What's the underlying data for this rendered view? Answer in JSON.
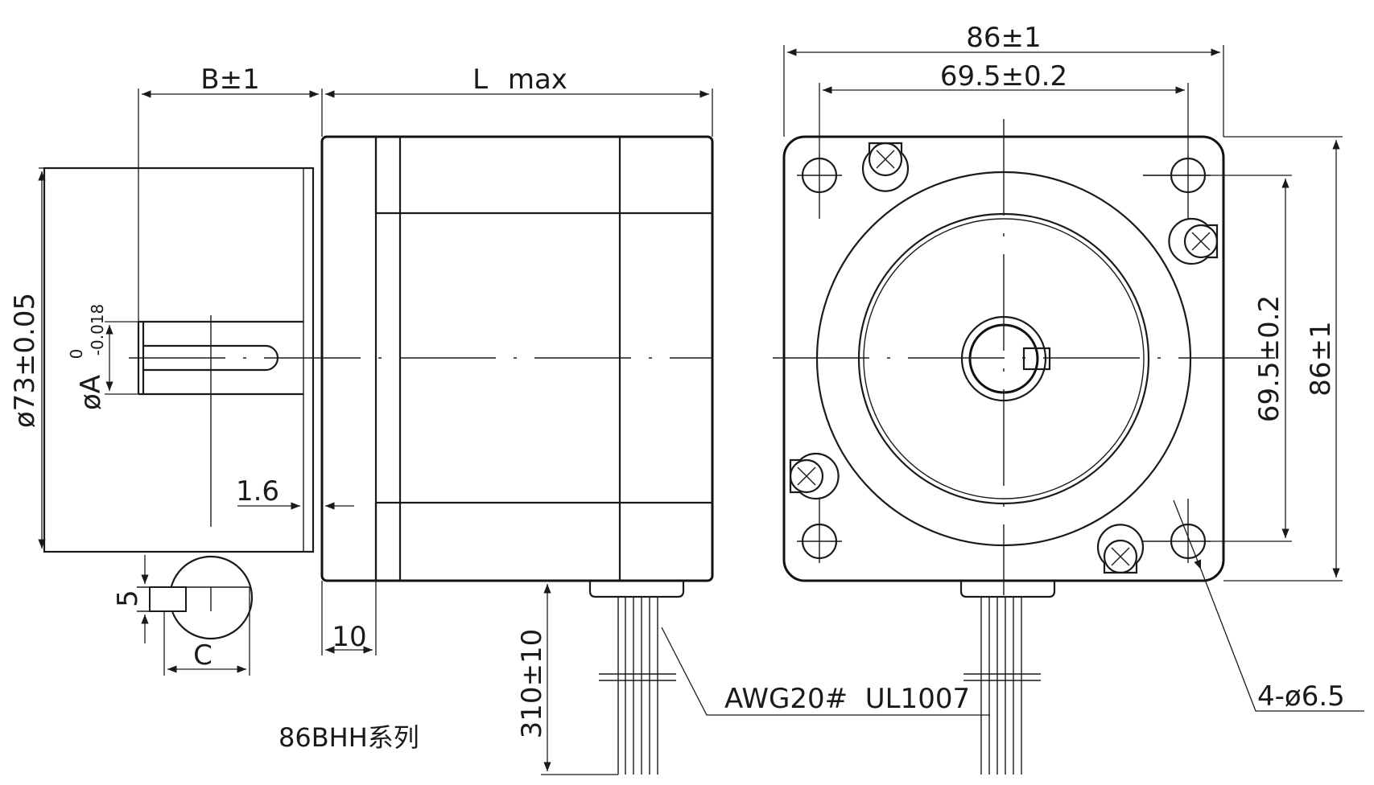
{
  "drawing": {
    "series_label": "86BHH系列",
    "dimensions": {
      "shaft_length": "B±1",
      "body_length": "L max",
      "pilot_diameter": "ø73±0.05",
      "shaft_diameter": "øA",
      "shaft_tol_upper": "0",
      "shaft_tol_lower": "-0.018",
      "pilot_depth": "1.6",
      "flange_thickness": "10",
      "flat_depth": "5",
      "flat_width": "C",
      "lead_length": "310±10",
      "wire_spec": "AWG20#  UL1007",
      "flange_width": "86±1",
      "hole_spacing_x": "69.5±0.2",
      "hole_spacing_y": "69.5±0.2",
      "flange_height": "86±1",
      "mount_holes": "4-ø6.5"
    }
  }
}
